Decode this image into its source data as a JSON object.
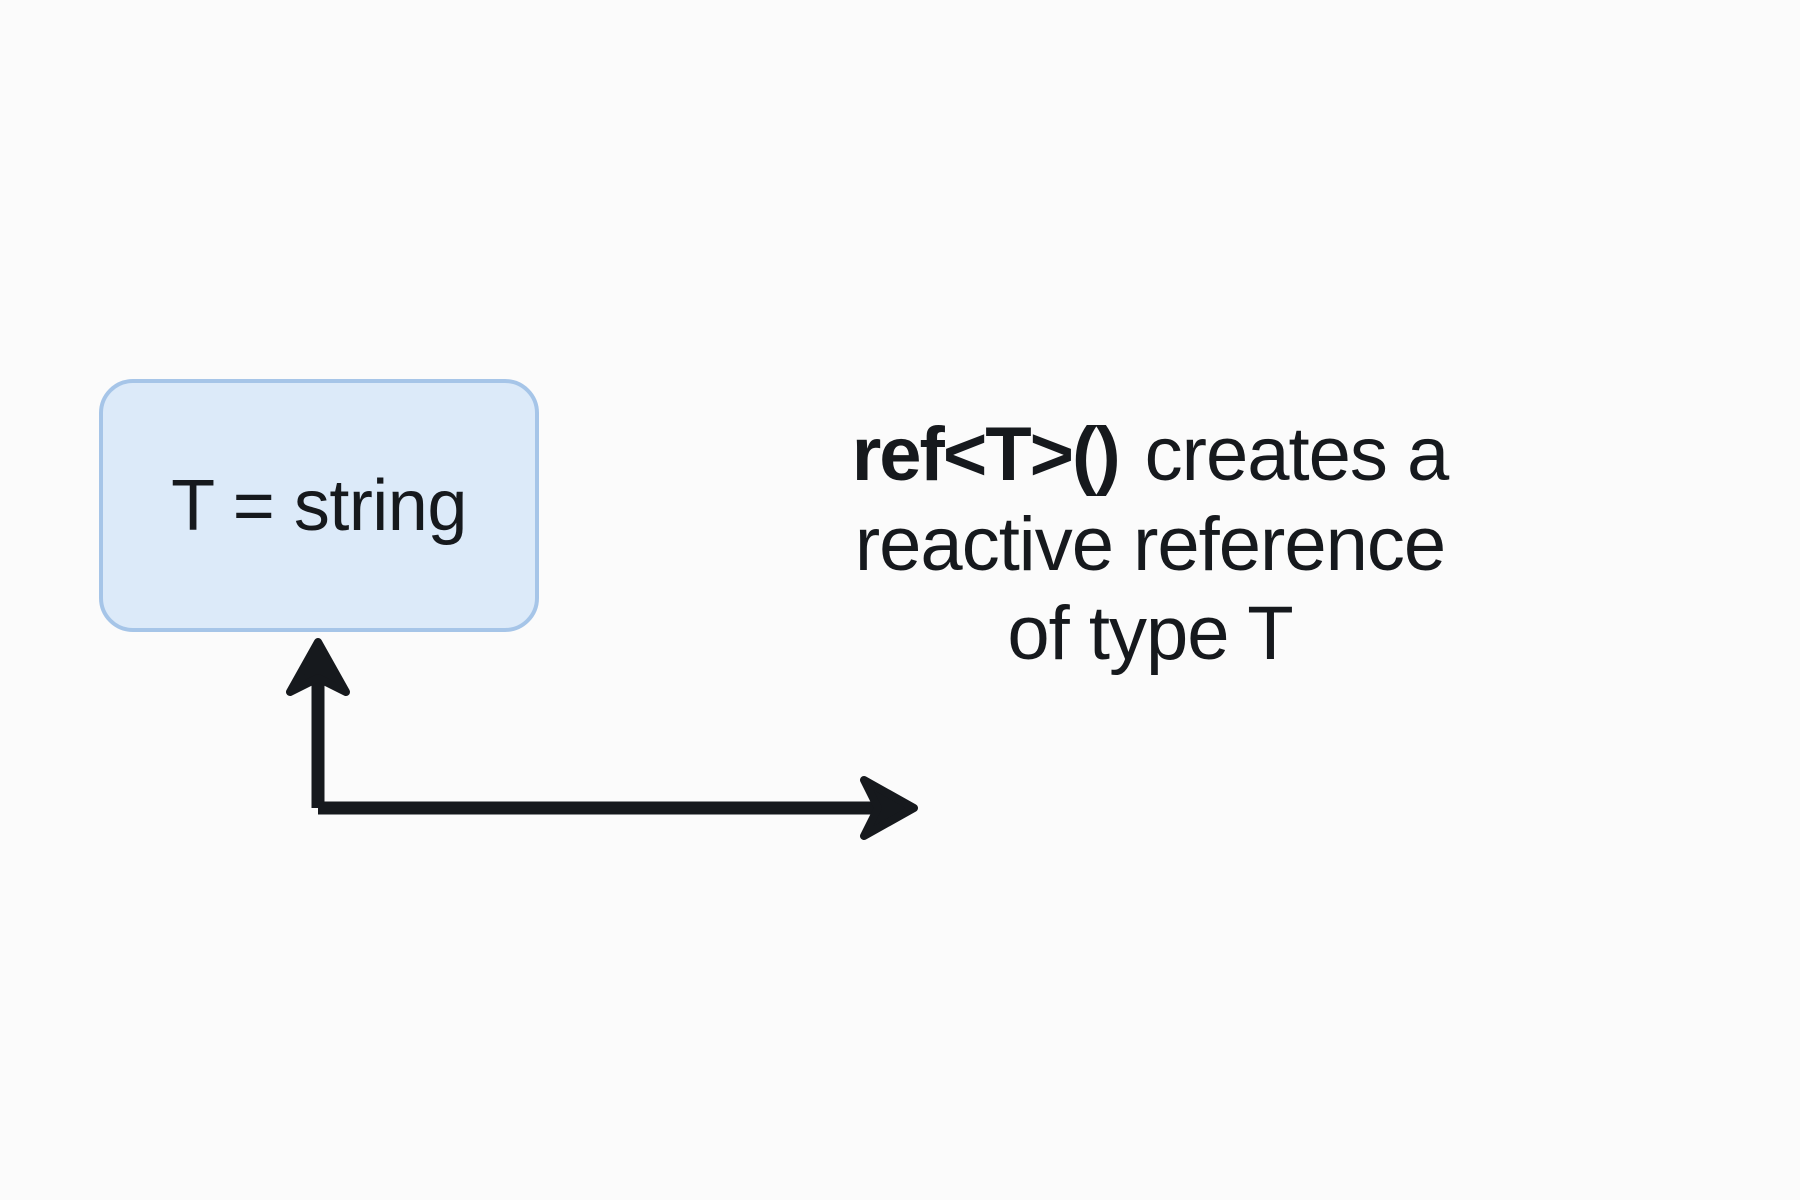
{
  "diagram": {
    "type_box": {
      "label": "T = string",
      "fill_color": "#dceaf9",
      "border_color": "#a6c5e8"
    },
    "connector": {
      "name": "elbow-arrow",
      "stroke_color": "#16191d",
      "up_arrow_label": "points-to-type-box",
      "right_arrow_label": "points-to-description"
    },
    "description": {
      "code": "ref<T>()",
      "text_line1": "creates a",
      "text_line2": "reactive reference",
      "text_line3": "of type T",
      "full_text": "ref<T>() creates a reactive reference of type T"
    },
    "background_color": "#fbfbfb",
    "text_color": "#16191d"
  }
}
